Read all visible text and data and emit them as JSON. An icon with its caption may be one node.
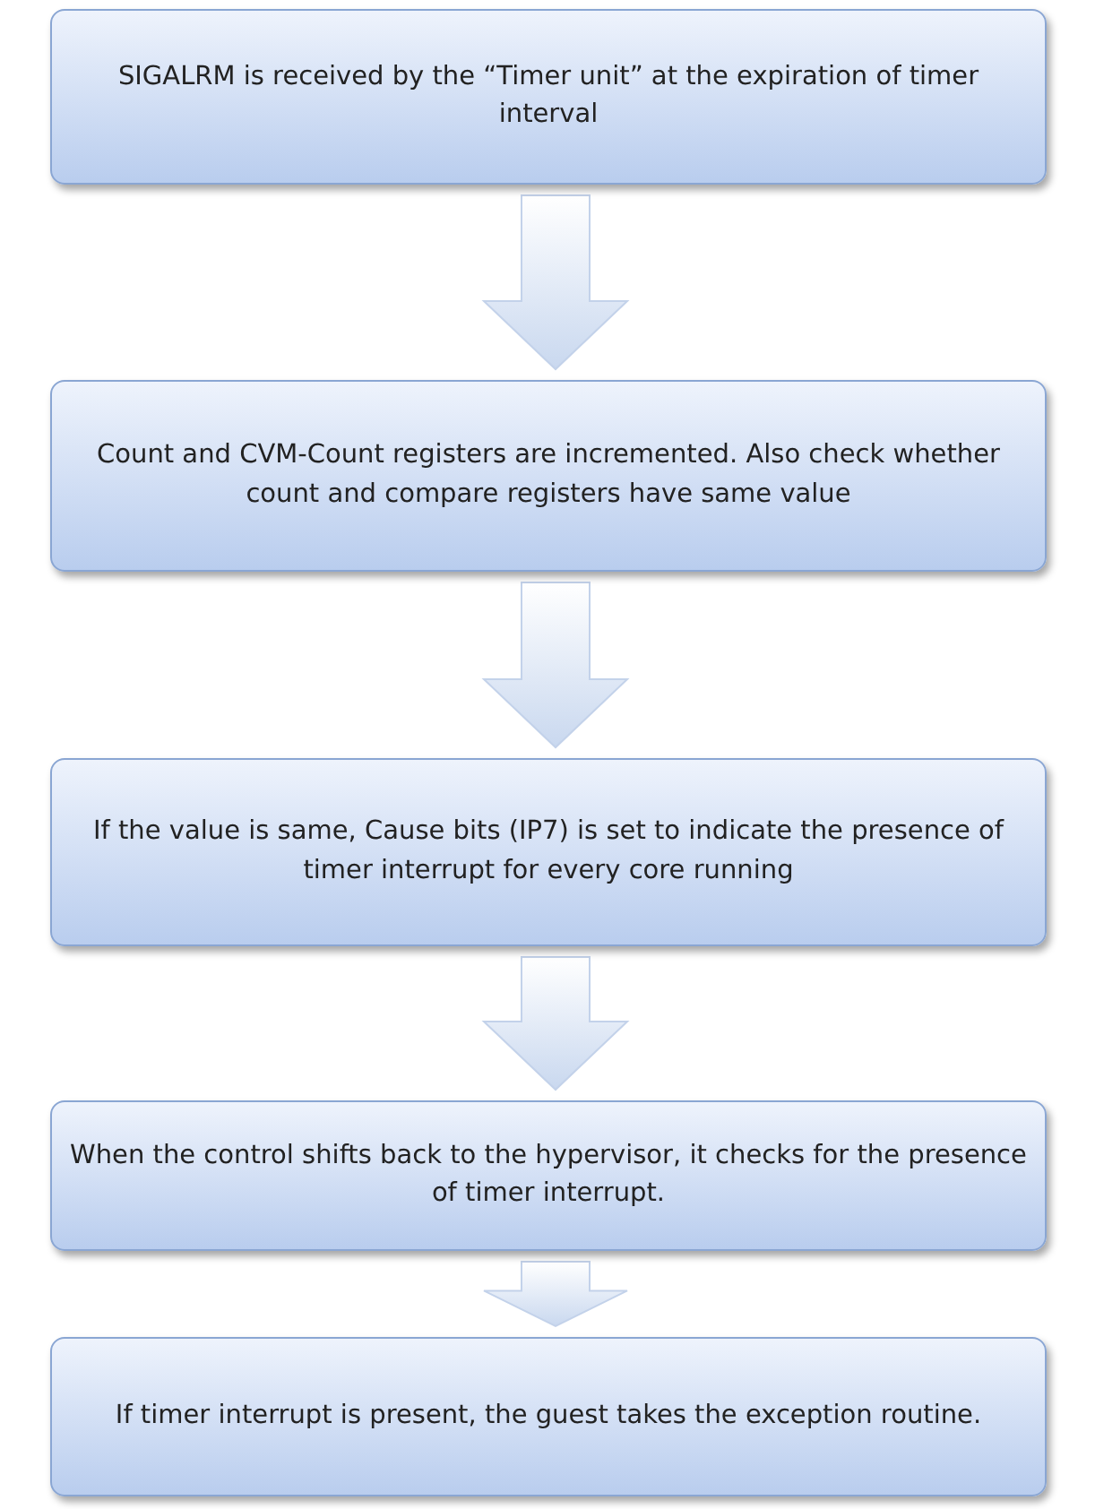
{
  "diagram": {
    "nodes": [
      {
        "text": [
          "SIGALRM is received by the “Timer unit” at the expiration of timer interval"
        ]
      },
      {
        "text": [
          "Count and CVM-Count registers are incremented. Also check whether count and compare registers have same value"
        ]
      },
      {
        "text": [
          "If the value is same, Cause bits (IP7) is set to indicate the presence of timer interrupt for every core running"
        ]
      },
      {
        "text": [
          "When the control shifts back to the hypervisor, it checks for the presence of timer interrupt."
        ]
      },
      {
        "text": [
          "If timer interrupt is present, the guest takes the exception routine."
        ]
      }
    ],
    "edges": [
      {
        "from": 0,
        "to": 1,
        "arrow": "to"
      },
      {
        "from": 1,
        "to": 2,
        "arrow": "to"
      },
      {
        "from": 2,
        "to": 3,
        "arrow": "to"
      },
      {
        "from": 3,
        "to": 4,
        "arrow": "to"
      }
    ]
  }
}
